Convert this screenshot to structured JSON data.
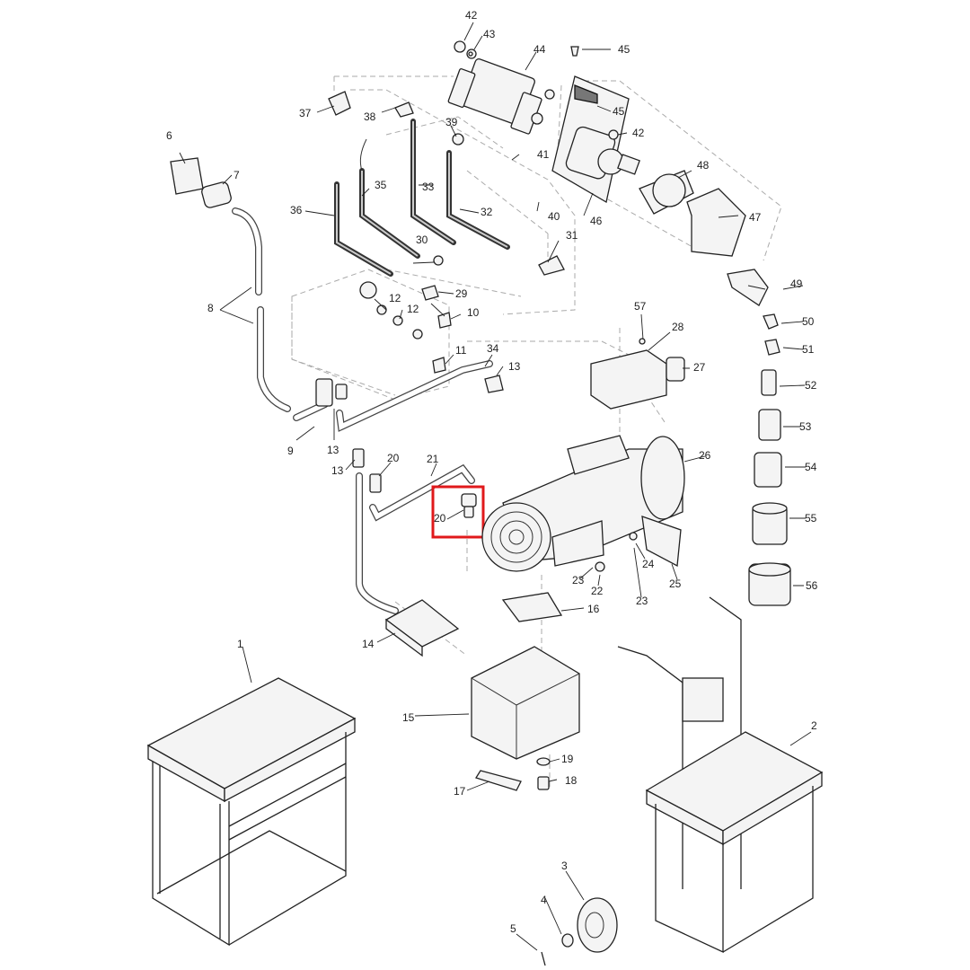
{
  "diagram": {
    "part_numbers": [
      "1",
      "2",
      "3",
      "4",
      "5",
      "6",
      "7",
      "8",
      "9",
      "10",
      "11",
      "12",
      "12",
      "13",
      "13",
      "13",
      "14",
      "15",
      "16",
      "17",
      "18",
      "19",
      "20",
      "20",
      "21",
      "22",
      "23",
      "23",
      "24",
      "25",
      "26",
      "27",
      "28",
      "29",
      "30",
      "31",
      "32",
      "33",
      "34",
      "35",
      "36",
      "37",
      "38",
      "39",
      "40",
      "41",
      "42",
      "42",
      "43",
      "44",
      "45",
      "45",
      "46",
      "47",
      "48",
      "49",
      "50",
      "51",
      "52",
      "53",
      "54",
      "55",
      "56",
      "57"
    ],
    "highlight": {
      "part": "20",
      "color": "#e0191b"
    }
  }
}
